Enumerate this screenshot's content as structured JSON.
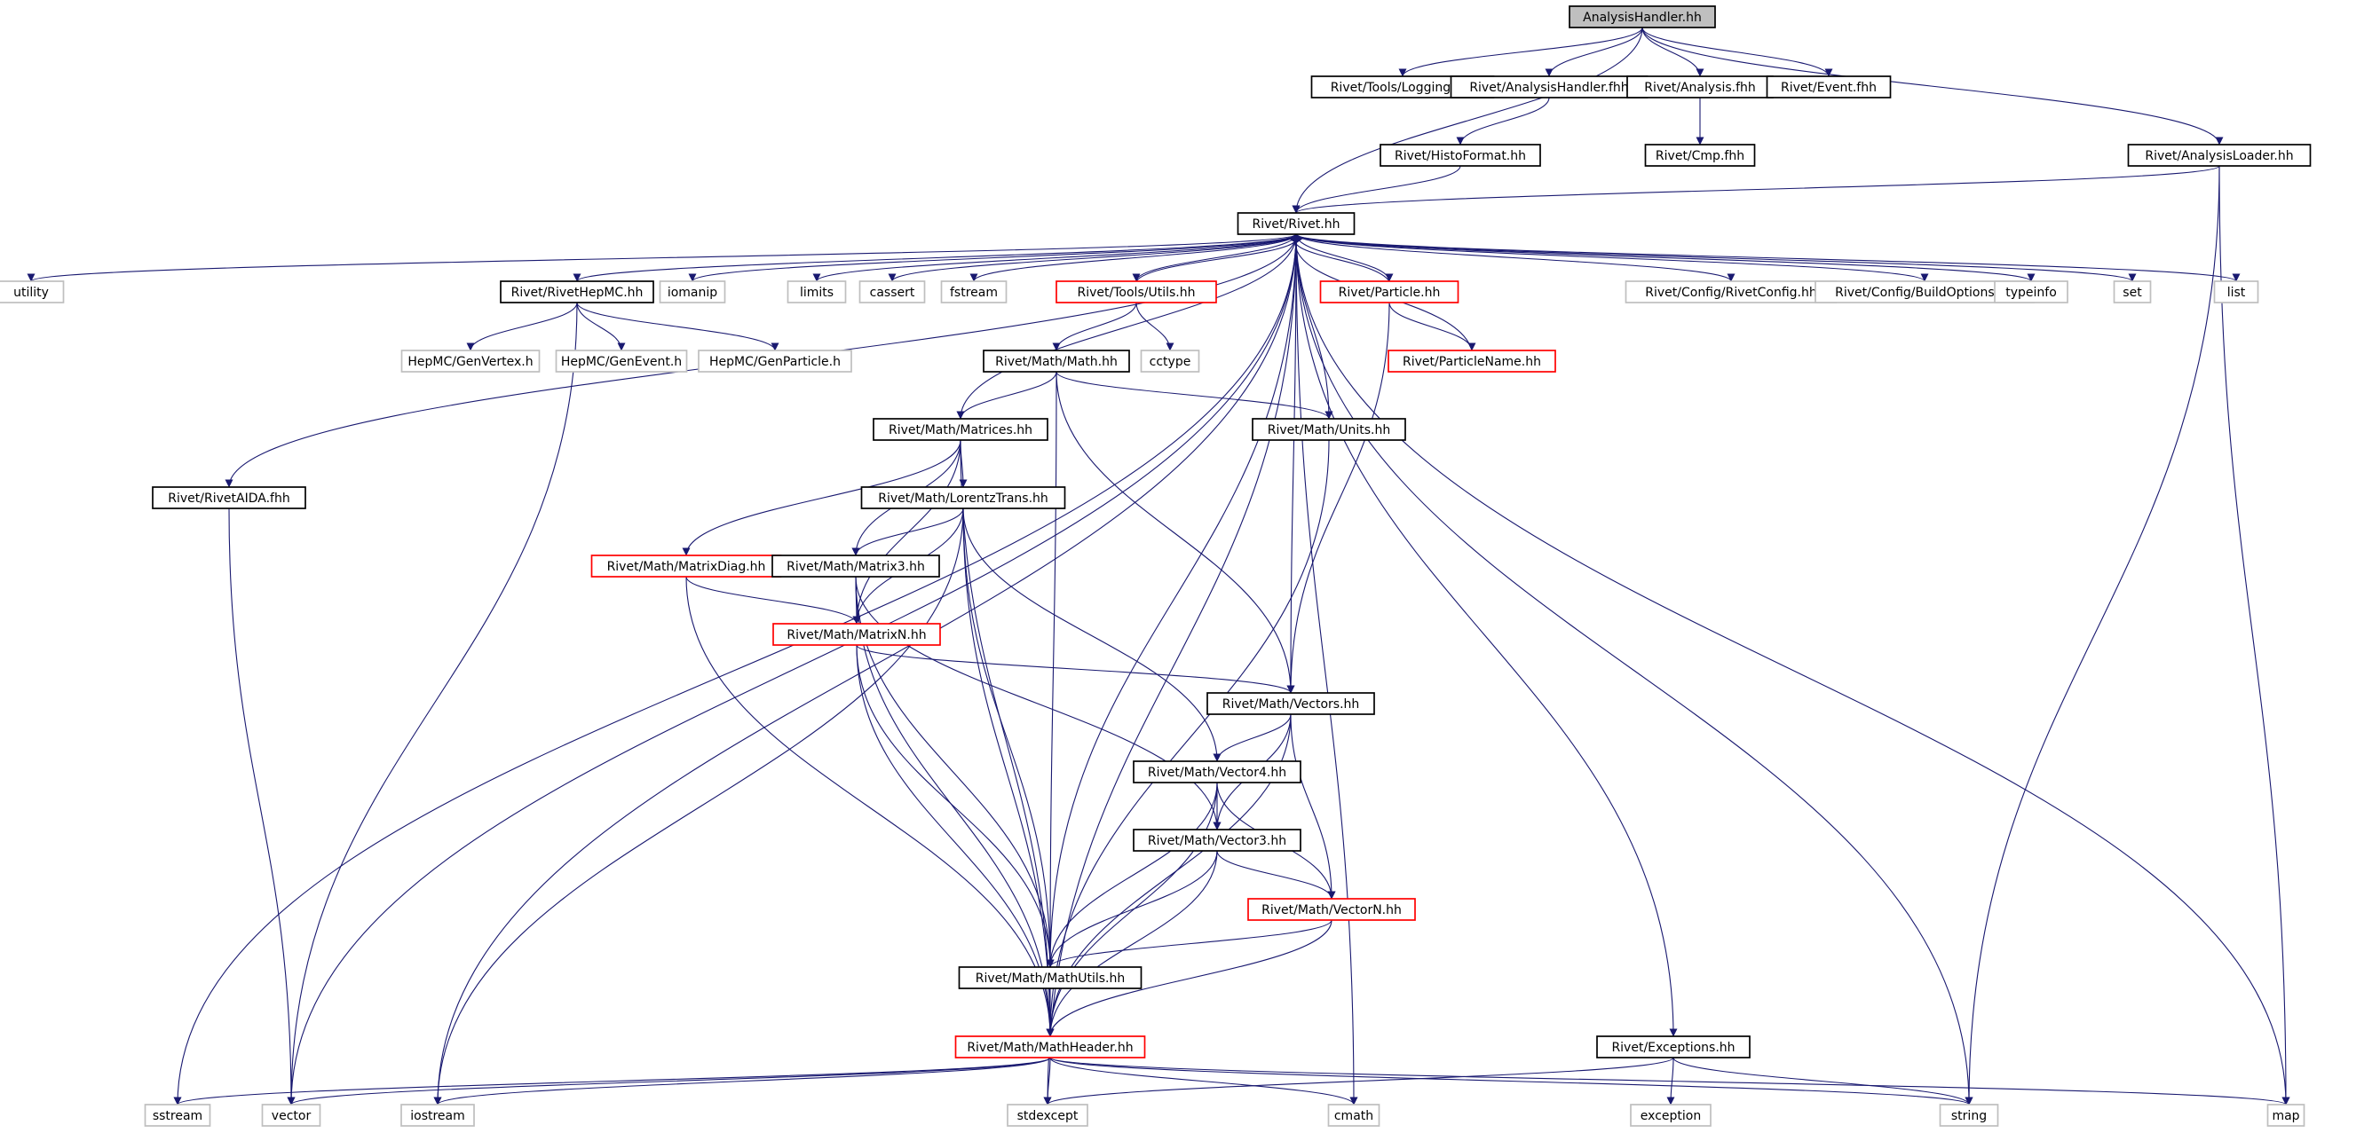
{
  "colors": {
    "edge": "#191970",
    "box_documented": "#000000",
    "box_undocumented": "#bfbfbf",
    "box_incomplete": "#ff0000",
    "root_fill": "#bfbfbf",
    "background": "#ffffff"
  },
  "nodes": [
    {
      "id": "AH",
      "label": "AnalysisHandler.hh",
      "style": "root"
    },
    {
      "id": "LOG",
      "label": "Rivet/Tools/Logging.fhh",
      "style": "doc"
    },
    {
      "id": "AHF",
      "label": "Rivet/AnalysisHandler.fhh",
      "style": "doc"
    },
    {
      "id": "AF",
      "label": "Rivet/Analysis.fhh",
      "style": "doc"
    },
    {
      "id": "EF",
      "label": "Rivet/Event.fhh",
      "style": "doc"
    },
    {
      "id": "HF",
      "label": "Rivet/HistoFormat.hh",
      "style": "doc"
    },
    {
      "id": "CMP",
      "label": "Rivet/Cmp.fhh",
      "style": "doc"
    },
    {
      "id": "AL",
      "label": "Rivet/AnalysisLoader.hh",
      "style": "doc"
    },
    {
      "id": "RV",
      "label": "Rivet/Rivet.hh",
      "style": "doc"
    },
    {
      "id": "UTIL",
      "label": "utility",
      "style": "ext"
    },
    {
      "id": "HEPMC",
      "label": "Rivet/RivetHepMC.hh",
      "style": "doc"
    },
    {
      "id": "IOMANIP",
      "label": "iomanip",
      "style": "ext"
    },
    {
      "id": "LIMITS",
      "label": "limits",
      "style": "ext"
    },
    {
      "id": "CASSERT",
      "label": "cassert",
      "style": "ext"
    },
    {
      "id": "FSTREAM",
      "label": "fstream",
      "style": "ext"
    },
    {
      "id": "TU",
      "label": "Rivet/Tools/Utils.hh",
      "style": "red"
    },
    {
      "id": "PART",
      "label": "Rivet/Particle.hh",
      "style": "red"
    },
    {
      "id": "RC",
      "label": "Rivet/Config/RivetConfig.hh",
      "style": "ext"
    },
    {
      "id": "BO",
      "label": "Rivet/Config/BuildOptions.hh",
      "style": "ext"
    },
    {
      "id": "TYPEINFO",
      "label": "typeinfo",
      "style": "ext"
    },
    {
      "id": "SET",
      "label": "set",
      "style": "ext"
    },
    {
      "id": "LIST",
      "label": "list",
      "style": "ext"
    },
    {
      "id": "GV",
      "label": "HepMC/GenVertex.h",
      "style": "ext"
    },
    {
      "id": "GE",
      "label": "HepMC/GenEvent.h",
      "style": "ext"
    },
    {
      "id": "GP",
      "label": "HepMC/GenParticle.h",
      "style": "ext"
    },
    {
      "id": "MATH",
      "label": "Rivet/Math/Math.hh",
      "style": "doc"
    },
    {
      "id": "CCTYPE",
      "label": "cctype",
      "style": "ext"
    },
    {
      "id": "PN",
      "label": "Rivet/ParticleName.hh",
      "style": "red"
    },
    {
      "id": "MAT",
      "label": "Rivet/Math/Matrices.hh",
      "style": "doc"
    },
    {
      "id": "UNITS",
      "label": "Rivet/Math/Units.hh",
      "style": "doc"
    },
    {
      "id": "AIDA",
      "label": "Rivet/RivetAIDA.fhh",
      "style": "doc"
    },
    {
      "id": "LT",
      "label": "Rivet/Math/LorentzTrans.hh",
      "style": "doc"
    },
    {
      "id": "MD",
      "label": "Rivet/Math/MatrixDiag.hh",
      "style": "red"
    },
    {
      "id": "M3",
      "label": "Rivet/Math/Matrix3.hh",
      "style": "doc"
    },
    {
      "id": "MN",
      "label": "Rivet/Math/MatrixN.hh",
      "style": "red"
    },
    {
      "id": "VEC",
      "label": "Rivet/Math/Vectors.hh",
      "style": "doc"
    },
    {
      "id": "V4",
      "label": "Rivet/Math/Vector4.hh",
      "style": "doc"
    },
    {
      "id": "V3",
      "label": "Rivet/Math/Vector3.hh",
      "style": "doc"
    },
    {
      "id": "VN",
      "label": "Rivet/Math/VectorN.hh",
      "style": "red"
    },
    {
      "id": "MU",
      "label": "Rivet/Math/MathUtils.hh",
      "style": "doc"
    },
    {
      "id": "MH",
      "label": "Rivet/Math/MathHeader.hh",
      "style": "red"
    },
    {
      "id": "EXC",
      "label": "Rivet/Exceptions.hh",
      "style": "doc"
    },
    {
      "id": "SSTREAM",
      "label": "sstream",
      "style": "ext"
    },
    {
      "id": "VECTOR",
      "label": "vector",
      "style": "ext"
    },
    {
      "id": "IOSTREAM",
      "label": "iostream",
      "style": "ext"
    },
    {
      "id": "STDEXCEPT",
      "label": "stdexcept",
      "style": "ext"
    },
    {
      "id": "CMATH",
      "label": "cmath",
      "style": "ext"
    },
    {
      "id": "EXCEPTION",
      "label": "exception",
      "style": "ext"
    },
    {
      "id": "STRING",
      "label": "string",
      "style": "ext"
    },
    {
      "id": "MAP",
      "label": "map",
      "style": "ext"
    }
  ],
  "edges": [
    [
      "AH",
      "LOG"
    ],
    [
      "AH",
      "AHF"
    ],
    [
      "AH",
      "AF"
    ],
    [
      "AH",
      "EF"
    ],
    [
      "AH",
      "AL"
    ],
    [
      "AH",
      "RV"
    ],
    [
      "AHF",
      "HF"
    ],
    [
      "AF",
      "CMP"
    ],
    [
      "HF",
      "RV"
    ],
    [
      "AL",
      "RV"
    ],
    [
      "AL",
      "STRING"
    ],
    [
      "AL",
      "MAP"
    ],
    [
      "RV",
      "UTIL"
    ],
    [
      "RV",
      "SSTREAM"
    ],
    [
      "RV",
      "VECTOR"
    ],
    [
      "RV",
      "AIDA"
    ],
    [
      "RV",
      "HEPMC"
    ],
    [
      "RV",
      "IOSTREAM"
    ],
    [
      "RV",
      "IOMANIP"
    ],
    [
      "RV",
      "STDEXCEPT"
    ],
    [
      "RV",
      "LIMITS"
    ],
    [
      "RV",
      "CASSERT"
    ],
    [
      "RV",
      "FSTREAM"
    ],
    [
      "RV",
      "TU"
    ],
    [
      "RV",
      "MAT"
    ],
    [
      "RV",
      "MU"
    ],
    [
      "RV",
      "VEC"
    ],
    [
      "RV",
      "UNITS"
    ],
    [
      "RV",
      "PART"
    ],
    [
      "RV",
      "CMATH"
    ],
    [
      "RV",
      "EXC"
    ],
    [
      "RV",
      "RC"
    ],
    [
      "RV",
      "BO"
    ],
    [
      "RV",
      "TYPEINFO"
    ],
    [
      "RV",
      "SET"
    ],
    [
      "RV",
      "STRING"
    ],
    [
      "RV",
      "LIST"
    ],
    [
      "RV",
      "MAP"
    ],
    [
      "HEPMC",
      "GV"
    ],
    [
      "HEPMC",
      "GE"
    ],
    [
      "HEPMC",
      "GP"
    ],
    [
      "HEPMC",
      "VECTOR"
    ],
    [
      "TU",
      "RV"
    ],
    [
      "TU",
      "MATH"
    ],
    [
      "TU",
      "CCTYPE"
    ],
    [
      "PART",
      "RV"
    ],
    [
      "PART",
      "PN"
    ],
    [
      "PART",
      "VEC"
    ],
    [
      "PN",
      "RV"
    ],
    [
      "MATH",
      "MAT"
    ],
    [
      "MATH",
      "UNITS"
    ],
    [
      "MATH",
      "VEC"
    ],
    [
      "MATH",
      "MU"
    ],
    [
      "UNITS",
      "MH"
    ],
    [
      "AIDA",
      "VECTOR"
    ],
    [
      "MAT",
      "LT"
    ],
    [
      "MAT",
      "MD"
    ],
    [
      "MAT",
      "M3"
    ],
    [
      "MAT",
      "MN"
    ],
    [
      "MAT",
      "MH"
    ],
    [
      "LT",
      "M3"
    ],
    [
      "LT",
      "MN"
    ],
    [
      "LT",
      "V4"
    ],
    [
      "LT",
      "MU"
    ],
    [
      "LT",
      "MH"
    ],
    [
      "LT",
      "IOSTREAM"
    ],
    [
      "MD",
      "MN"
    ],
    [
      "MD",
      "MH"
    ],
    [
      "M3",
      "MN"
    ],
    [
      "M3",
      "V3"
    ],
    [
      "M3",
      "MU"
    ],
    [
      "M3",
      "MH"
    ],
    [
      "MN",
      "VEC"
    ],
    [
      "MN",
      "MU"
    ],
    [
      "MN",
      "MH"
    ],
    [
      "VEC",
      "V4"
    ],
    [
      "VEC",
      "V3"
    ],
    [
      "VEC",
      "VN"
    ],
    [
      "VEC",
      "MH"
    ],
    [
      "V4",
      "V3"
    ],
    [
      "V4",
      "VN"
    ],
    [
      "V4",
      "MU"
    ],
    [
      "V4",
      "MH"
    ],
    [
      "V3",
      "VN"
    ],
    [
      "V3",
      "MU"
    ],
    [
      "V3",
      "MH"
    ],
    [
      "VN",
      "MU"
    ],
    [
      "VN",
      "MH"
    ],
    [
      "MU",
      "MH"
    ],
    [
      "MH",
      "SSTREAM"
    ],
    [
      "MH",
      "VECTOR"
    ],
    [
      "MH",
      "IOSTREAM"
    ],
    [
      "MH",
      "STDEXCEPT"
    ],
    [
      "MH",
      "CMATH"
    ],
    [
      "MH",
      "STRING"
    ],
    [
      "MH",
      "MAP"
    ],
    [
      "EXC",
      "STDEXCEPT"
    ],
    [
      "EXC",
      "EXCEPTION"
    ],
    [
      "EXC",
      "STRING"
    ]
  ]
}
